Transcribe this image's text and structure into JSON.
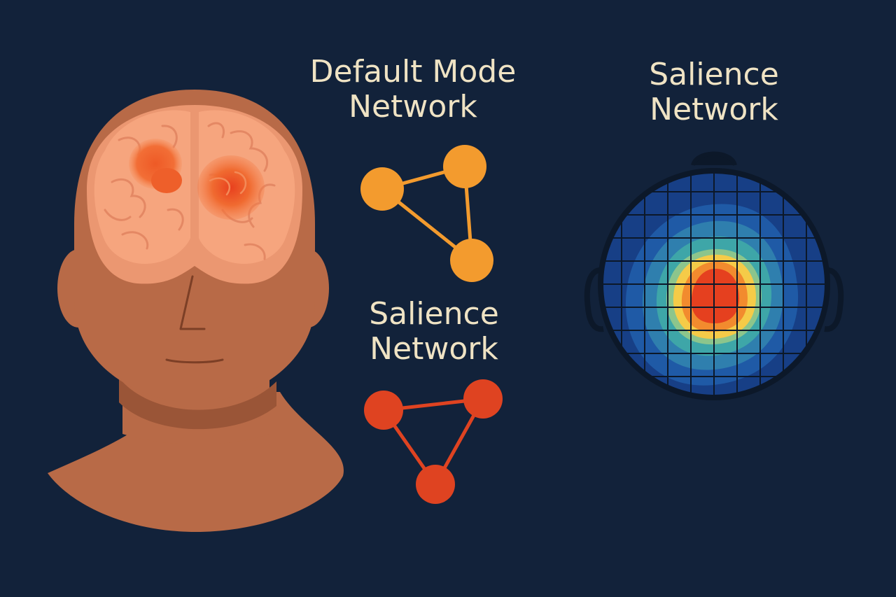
{
  "labels": {
    "default_mode": {
      "line1": "Default Mode",
      "line2": "Network"
    },
    "salience_middle": {
      "line1": "Salience",
      "line2": "Network"
    },
    "salience_right": {
      "line1": "Salience",
      "line2": "Network"
    }
  },
  "colors": {
    "background": "#12223a",
    "label_text": "#efe3c4",
    "skin": "#b86a47",
    "brain": "#f6a57e",
    "default_mode_network": "#f39b2e",
    "salience_network": "#df4321"
  },
  "networks": {
    "default_mode": {
      "node_count": 3
    },
    "salience": {
      "node_count": 3
    }
  }
}
